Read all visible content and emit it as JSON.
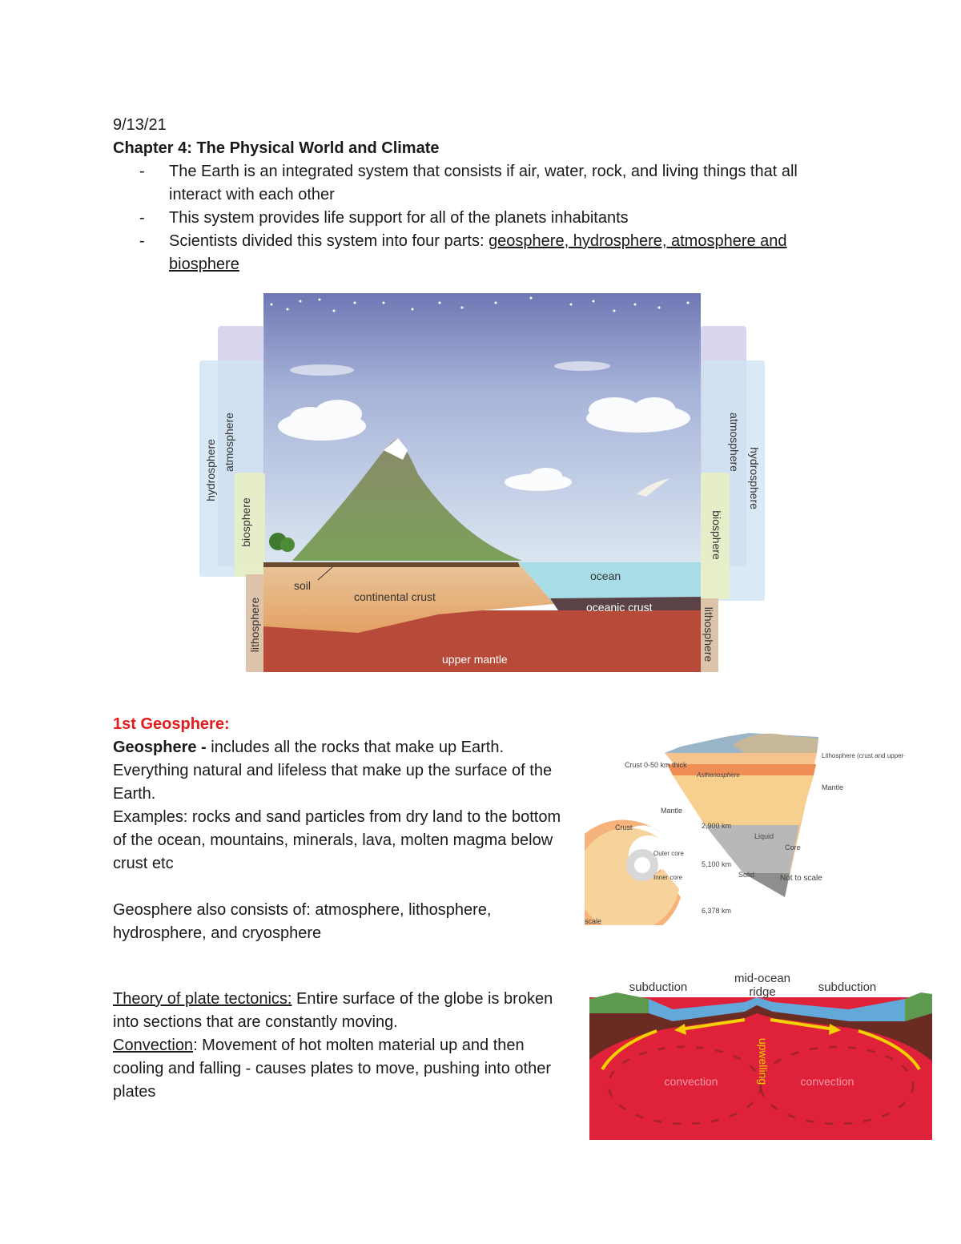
{
  "date": "9/13/21",
  "chapter_title": "Chapter 4: The Physical World and Climate",
  "bullets": [
    "The Earth is an integrated system that consists if air, water, rock, and living things that all interact with each other",
    "This system provides life support for all of the planets inhabitants"
  ],
  "bullet3_prefix": "Scientists divided this system into four parts: ",
  "bullet3_link": "geosphere, hydrosphere, atmosphere and biosphere",
  "figure1": {
    "hydrosphere": "hydrosphere",
    "atmosphere": "atmosphere",
    "biosphere": "biosphere",
    "lithosphere": "lithosphere",
    "soil": "soil",
    "continental_crust": "continental crust",
    "ocean": "ocean",
    "oceanic_crust": "oceanic crust",
    "upper_mantle": "upper mantle"
  },
  "geosphere": {
    "heading": "1st Geosphere:",
    "term": "Geosphere - ",
    "definition": "includes all the rocks that make up Earth. Everything natural and lifeless that make up the surface of the Earth.",
    "examples": "Examples: rocks and sand particles from dry land to the bottom of the ocean, mountains, minerals, lava, molten magma below crust etc",
    "consists": "Geosphere also consists of: atmosphere, lithosphere, hydrosphere, and cryosphere"
  },
  "figure2": {
    "crust_thick": "Crust 0-50 km thick",
    "lithosphere_note": "Lithosphere (crust and upper-most solid mantle)",
    "asthenosphere": "Asthenosphere",
    "mantle_right": "Mantle",
    "mantle_inner": "Mantle",
    "depth_2900": "2,900 km",
    "liquid": "Liquid",
    "core": "Core",
    "crust": "Crust",
    "outer_core": "Outer core",
    "depth_5100": "5,100 km",
    "solid": "Solid",
    "inner_core": "Inner core",
    "not_to_scale": "Not to scale",
    "depth_6378": "6,378 km",
    "scale": "scale"
  },
  "plates": {
    "theory_term": "Theory of plate tectonics:",
    "theory_text": " Entire surface of the globe is broken into sections that are constantly moving.",
    "convection_term": "Convection",
    "convection_text": ": Movement of hot molten material up and then cooling and falling - causes plates to move, pushing into other plates"
  },
  "figure3": {
    "subduction_left": "subduction",
    "mid_ocean": "mid-ocean",
    "ridge": "ridge",
    "subduction_right": "subduction",
    "upwelling": "upwelling",
    "convection_left": "convection",
    "convection_right": "convection"
  }
}
